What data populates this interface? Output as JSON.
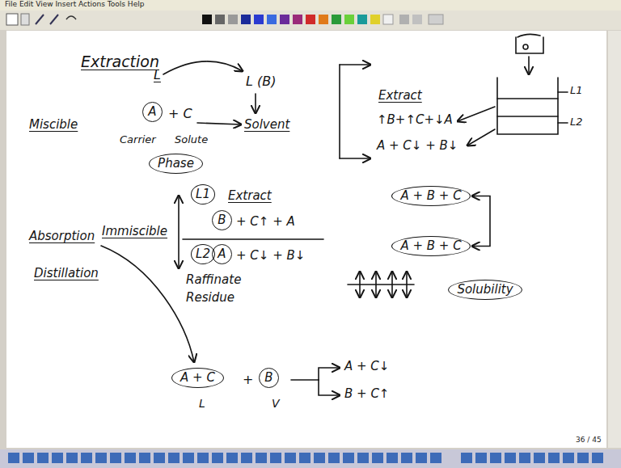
{
  "diagram": {
    "nodes": [
      {
        "text": [
          "A"
        ]
      },
      {
        "text": [
          "Phase"
        ]
      },
      {
        "text": [
          "L1"
        ]
      },
      {
        "text": [
          "B"
        ]
      },
      {
        "text": [
          "L2"
        ]
      },
      {
        "text": [
          "A"
        ]
      },
      {
        "text": [
          "A + B + C"
        ]
      },
      {
        "text": [
          "A + B + C"
        ]
      },
      {
        "text": [
          "Solubility"
        ]
      },
      {
        "text": [
          "A + C"
        ]
      },
      {
        "text": [
          "B"
        ]
      }
    ],
    "edges": [
      {
        "from": 6,
        "to": 7,
        "arrow": "both"
      }
    ],
    "labels": [
      "File Edit View Insert Actions Tools Help",
      "Extraction",
      "Miscible",
      "L",
      "+ C",
      "Carrier",
      "Solute",
      "L (B)",
      "Solvent",
      "Extract",
      "↑B+↑C+↓A",
      "A + C↓ + B↓",
      "L1",
      "L2",
      "Extract",
      "+ C↑ + A",
      "+ C↓ + B↓",
      "Immiscible",
      "Raffinate",
      "Residue",
      "Absorption",
      "Distillation",
      "+",
      "L",
      "V",
      "A + C↓",
      "B + C↑",
      "36 / 45"
    ]
  }
}
